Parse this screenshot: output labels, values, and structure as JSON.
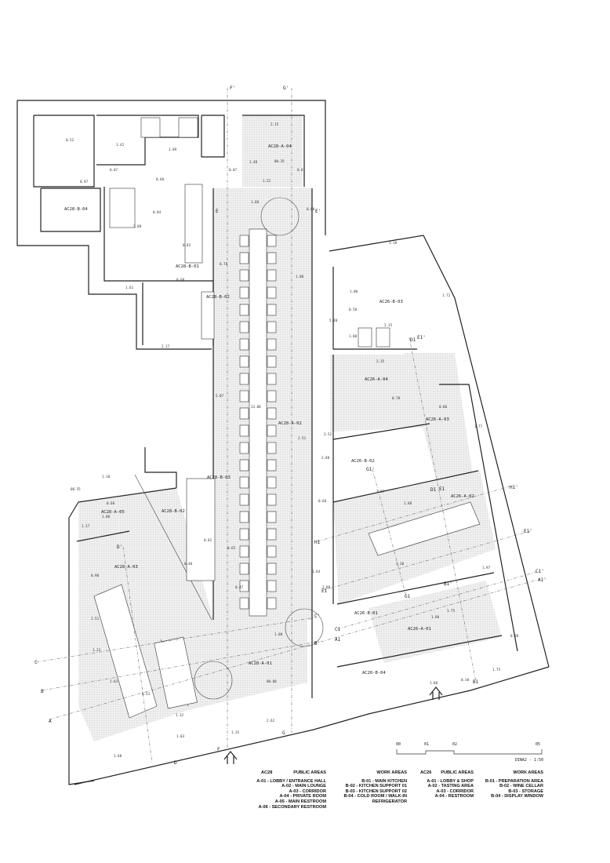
{
  "sections": [
    "F'",
    "G'",
    "E",
    "E'",
    "H1",
    "H1'",
    "E1",
    "E1'",
    "C1'",
    "A1'",
    "C'",
    "B'",
    "C1",
    "A1",
    "D'",
    "C",
    "B",
    "A",
    "D",
    "F",
    "G",
    "B1",
    "B1'",
    "G1",
    "G1'",
    "D1",
    "E1'",
    "D1",
    "E1"
  ],
  "rooms": {
    "ac28_b04": "AC28-B-04",
    "ac28_a04": "AC28-A-04",
    "ac28_b01": "AC28-B-01",
    "ac28_b02": "AC28-B-02",
    "ac28_b03": "AC28-B-03",
    "ac28_b02_lower": "AC28-B-02",
    "ac28_a05": "AC28-A-05",
    "ac28_a03": "AC28-A-03",
    "ac28_a02": "AC28-A-02",
    "ac28_a01": "AC28-A-01",
    "ac26_b03": "AC26-B-03",
    "ac26_a04": "AC26-A-04",
    "ac26_a03": "AC26-A-03",
    "ac26_b02": "AC26-B-02",
    "ac26_a02": "AC26-A-02",
    "ac26_b01": "AC26-B-01",
    "ac26_a01": "AC26-A-01",
    "ac26_b04": "AC26-B-04"
  },
  "dimensions": [
    "0.52",
    "1.42",
    "1.09",
    "0.97",
    "0.07",
    "0.60",
    "0.84",
    "3.08",
    "0.82",
    "0.78",
    "1.61",
    "0.60",
    "2.17",
    "0.07",
    "2.15",
    "1.48",
    "00.35",
    "1.22",
    "0.81",
    "1.60",
    "0.60",
    "1.00",
    "5.07",
    "13.08",
    "3.18",
    "1.72",
    "1.00",
    "0.50",
    "1.00",
    "2.15",
    "5.48",
    "2.35",
    "0.78",
    "0.86",
    "1.77",
    "2.88",
    "3.97",
    "1.88",
    "3.30",
    "1.97",
    "1.88",
    "1.75",
    "1.88",
    "0.30",
    "1.75",
    "0.98",
    "1.10",
    "1.17",
    "00.55",
    "0.60",
    "1.80",
    "0.90",
    "2.51",
    "1.23",
    "2.63",
    "0.53",
    "1.32",
    "1.03",
    "1.35",
    "2.62",
    "1.68",
    "00.08",
    "0.82",
    "0.65",
    "0.47",
    "1.00",
    "0.40",
    "2.51",
    "3.52",
    "0.60",
    "2.88",
    "1.64"
  ],
  "scale": {
    "ticks": [
      "00",
      "01",
      "02",
      "05"
    ],
    "note": "DINA2 - 1:50"
  },
  "legend": {
    "ac28": {
      "code": "AC28",
      "public_title": "PUBLIC AREAS",
      "public": [
        "A-01 - LOBBY / ENTRANCE HALL",
        "A-02 - MAIN LOUNGE",
        "A-03 - CORRIDOR",
        "A-04 - PRIVATE ROOM",
        "A-05 - MAIN RESTROOM",
        "A-06 - SECONDARY RESTROOM"
      ],
      "work_title": "WORK AREAS",
      "work": [
        "B-01 - MAIN KITCHEN",
        "B-02 - KITCHEN SUPPORT 01",
        "B-03 - KITCHEN SUPPORT 02",
        "B-04 - COLD ROOM / WALK-IN",
        "REFRIGERATOR"
      ]
    },
    "ac26": {
      "code": "AC26",
      "public_title": "PUBLIC AREAS",
      "public": [
        "A-01 - LOBBY & SHOP",
        "A-02 - TASTING AREA",
        "A-03 - CORRIDOR",
        "A-04 - RESTROOM"
      ],
      "work_title": "WORK AREAS",
      "work": [
        "B-01 - PREPARATION AREA",
        "B-02 - WINE CELLAR",
        "B-03 - STORAGE",
        "B-04 - DISPLAY WINDOW"
      ]
    }
  }
}
